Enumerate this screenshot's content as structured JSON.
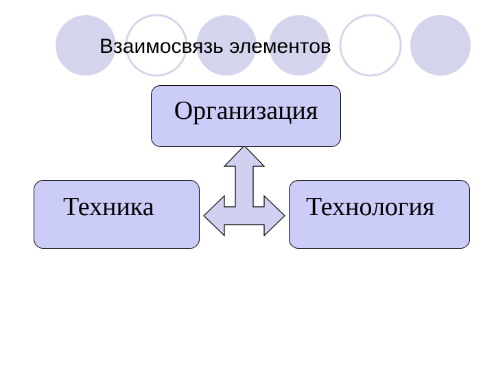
{
  "title": "Взаимосвязь элементов",
  "nodes": {
    "top": "Организация",
    "left": "Техника",
    "right": "Технология"
  },
  "colors": {
    "circle_fill": "#d4d4ec",
    "box_fill": "#ccccf8",
    "arrow_fill": "#d0d0f0",
    "stroke": "#000000"
  }
}
